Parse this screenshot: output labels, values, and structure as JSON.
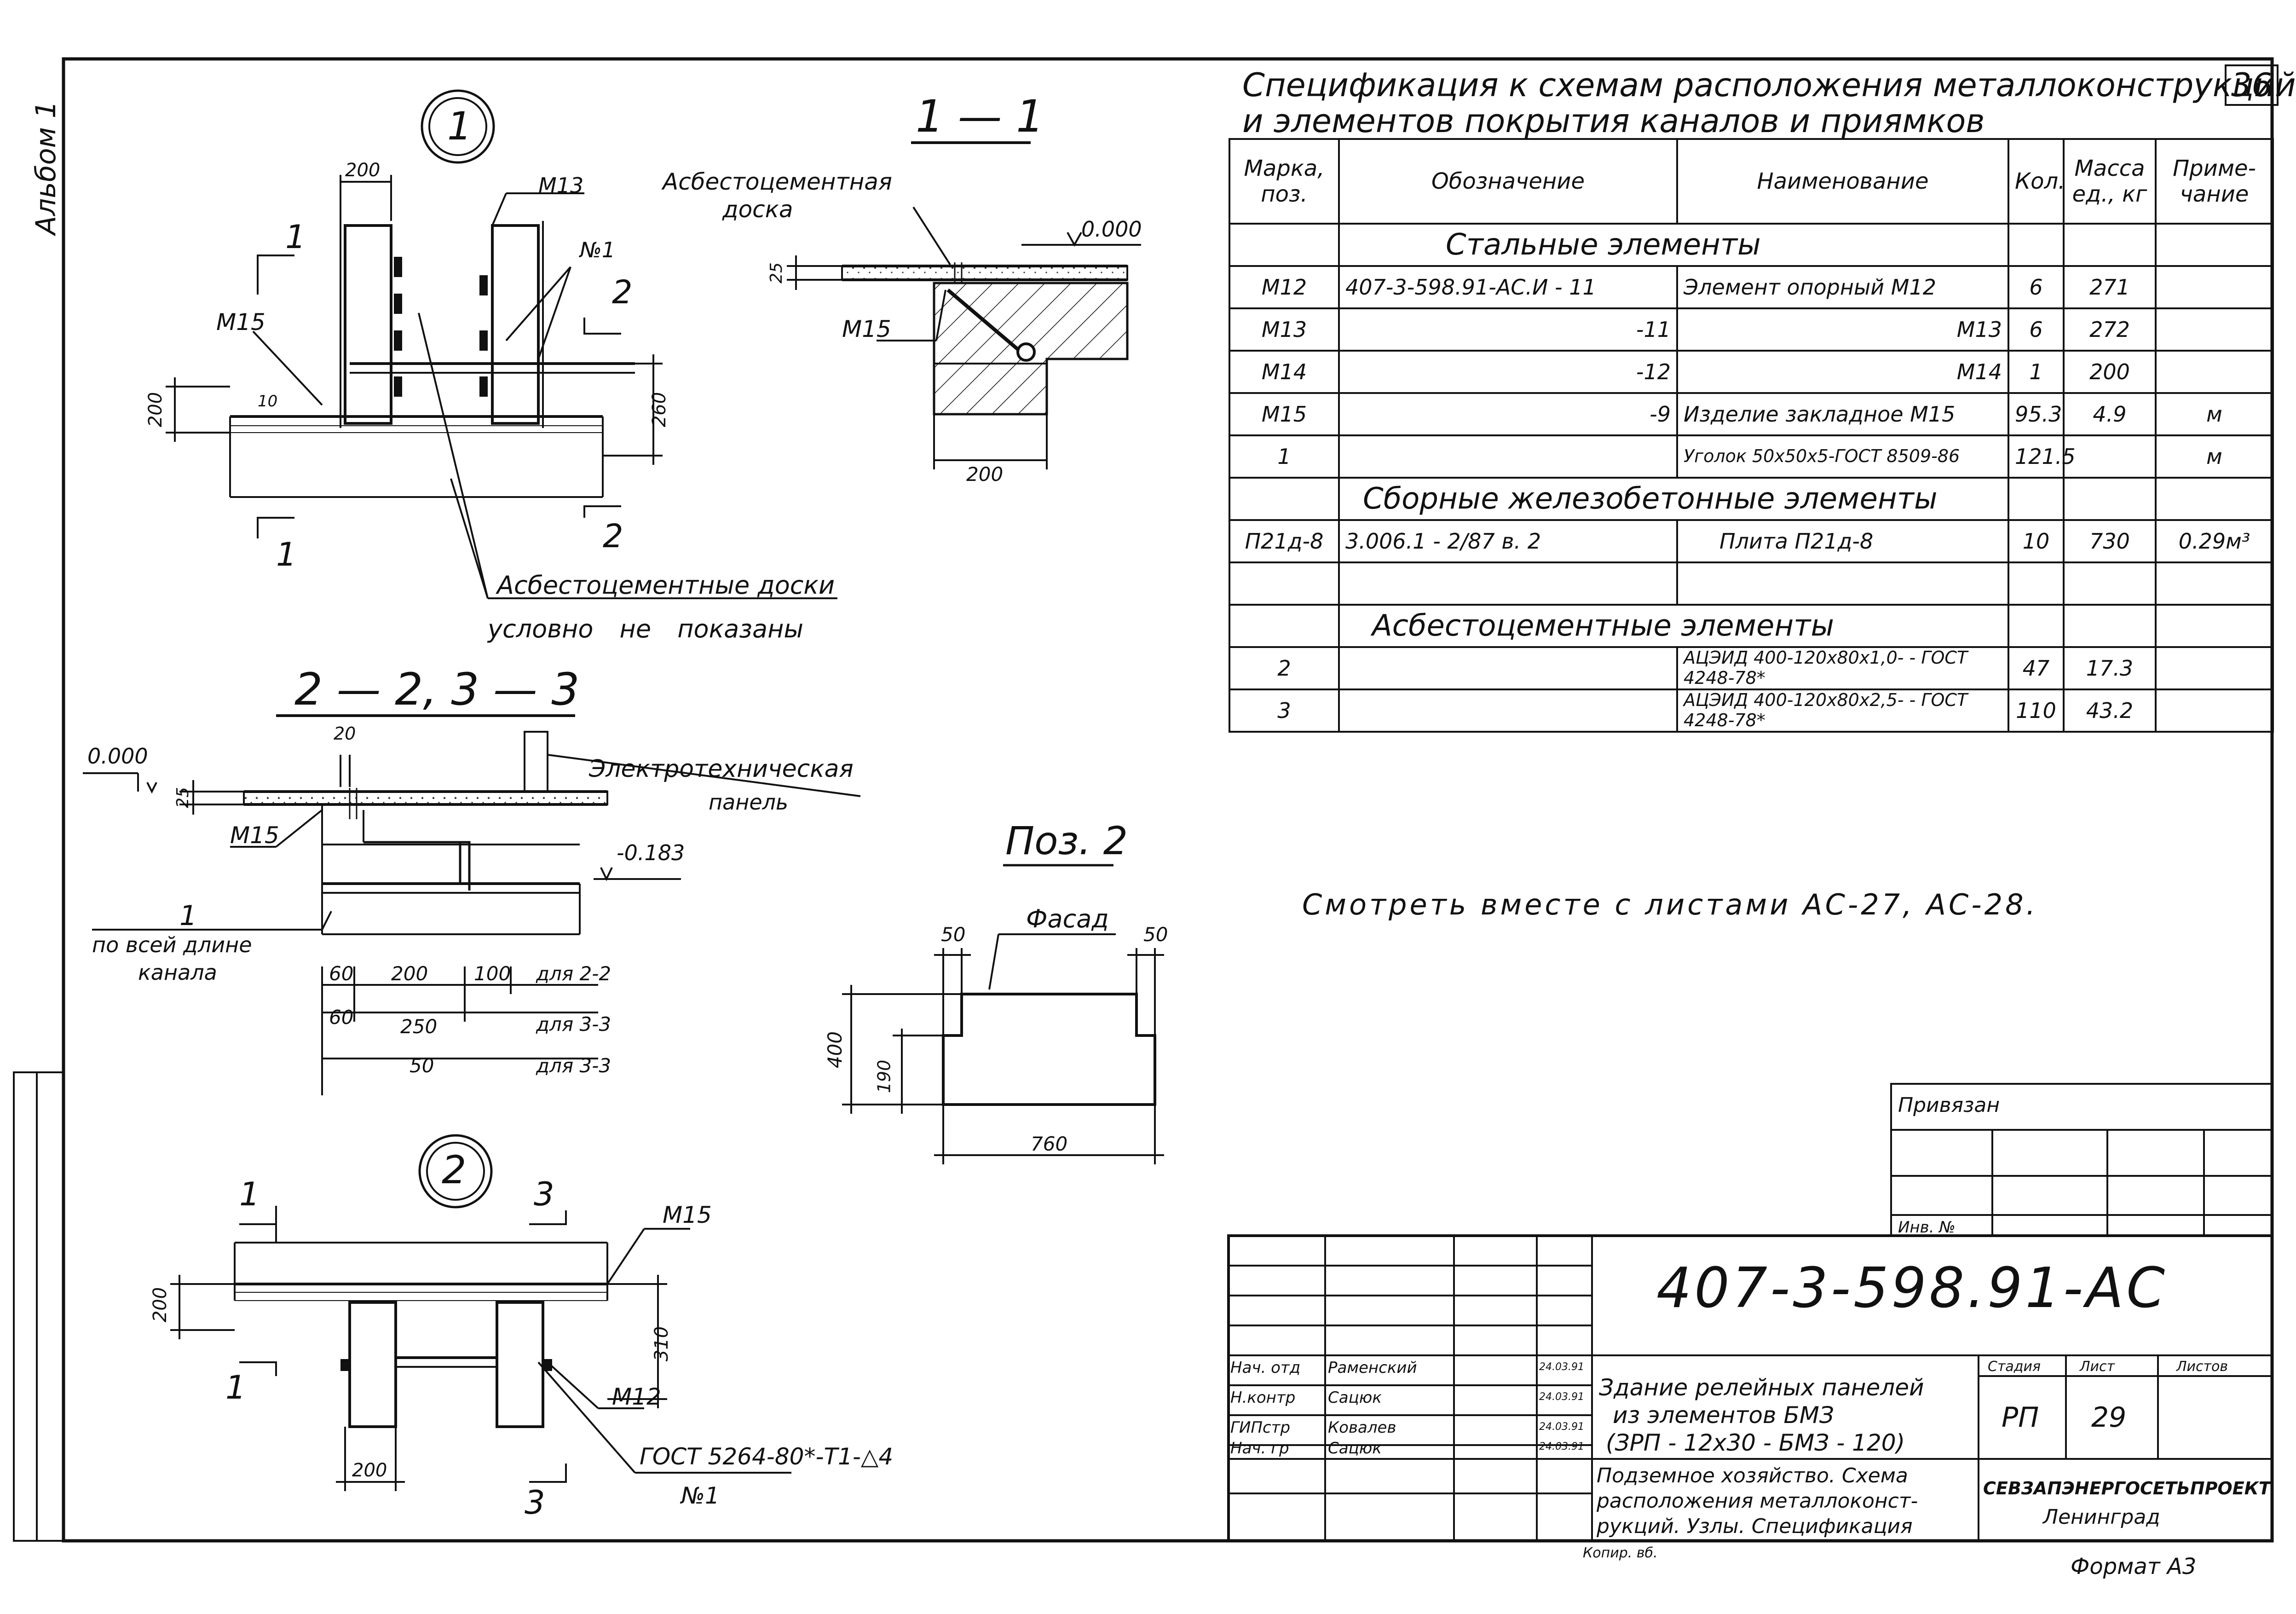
{
  "sheet": {
    "side_label": "Альбом 1",
    "sheet_number": "36",
    "see_also": "Смотреть вместе с листами АС-27, АС-28.",
    "format": "Формат А3",
    "copied": "Копир. вб."
  },
  "spec": {
    "title_line1": "Спецификация к схемам расположения металлоконструкций",
    "title_line2": "и элементов покрытия каналов и приямков",
    "headers": [
      "Марка, поз.",
      "Обозначение",
      "Наименование",
      "Кол.",
      "Масса ед., кг",
      "Приме- чание"
    ],
    "sections": [
      {
        "title": "Стальные элементы",
        "rows": [
          [
            "М12",
            "407-3-598.91-АС.И - 11",
            "Элемент опорный М12",
            "6",
            "271",
            ""
          ],
          [
            "М13",
            "-11",
            "М13",
            "6",
            "272",
            ""
          ],
          [
            "М14",
            "-12",
            "М14",
            "1",
            "200",
            ""
          ],
          [
            "М15",
            "-9",
            "Изделие закладное М15",
            "95.3",
            "4.9",
            "м"
          ],
          [
            "1",
            "",
            "Уголок 50х50х5-ГОСТ 8509-86",
            "121.5",
            "",
            "м"
          ]
        ]
      },
      {
        "title": "Сборные железобетонные элементы",
        "rows": [
          [
            "П21д-8",
            "3.006.1 - 2/87 в. 2",
            "Плита П21д-8",
            "10",
            "730",
            "0.29м³"
          ],
          [
            "",
            "",
            "",
            "",
            "",
            ""
          ]
        ]
      },
      {
        "title": "Асбестоцементные элементы",
        "rows": [
          [
            "2",
            "",
            "АЦЭИД 400-120х80х1,0- - ГОСТ 4248-78*",
            "47",
            "17.3",
            ""
          ],
          [
            "3",
            "",
            "АЦЭИД 400-120х80х2,5- - ГОСТ 4248-78*",
            "110",
            "43.2",
            ""
          ]
        ]
      }
    ]
  },
  "node1": {
    "mark": "1",
    "labels": {
      "dim_top": "200",
      "m13": "М13",
      "n1": "№1",
      "m15": "М15",
      "cut1": "1",
      "cut2": "2",
      "dim_left": "200",
      "dim_10": "10",
      "dim_right": "260",
      "note1": "Асбестоцементные доски",
      "note2": "условно не показаны"
    }
  },
  "section11": {
    "title": "1 — 1",
    "board": "Асбестоцементная",
    "board2": "доска",
    "level": "0.000",
    "dim25": "25",
    "m15": "М15",
    "dim200": "200"
  },
  "section22": {
    "title": "2 — 2, 3 — 3",
    "level": "0.000",
    "dim20": "20",
    "dim25": "25",
    "m15": "М15",
    "panel1": "Электротехническая",
    "panel2": "панель",
    "level2": "-0.183",
    "angle_pos": "1",
    "angle1": "по всей длине",
    "angle2": "канала",
    "dims": [
      [
        "60",
        "200",
        "100",
        "для 2-2"
      ],
      [
        "60",
        "250",
        "",
        "для 3-3"
      ],
      [
        "",
        "50",
        "",
        "для 3-3"
      ]
    ]
  },
  "pos2": {
    "title": "Поз. 2",
    "facade": "Фасад",
    "d50a": "50",
    "d50b": "50",
    "h400": "400",
    "h190": "190",
    "w760": "760"
  },
  "node2": {
    "mark": "2",
    "labels": {
      "cut1": "1",
      "cut3": "3",
      "m15": "М15",
      "dim_left": "200",
      "dim_right": "310",
      "m12": "М12",
      "weld": "ГОСТ 5264-80*-Т1-△4",
      "n1": "№1",
      "dim_bottom": "200"
    }
  },
  "stamp": {
    "tied": "Привязан",
    "inv": "Инв. №",
    "code": "407-3-598.91-АС",
    "project1": "Здание релейных панелей",
    "project2": "из элементов БМЗ",
    "project3": "(ЗРП - 12х30 - БМЗ - 120)",
    "drawing1": "Подземное хозяйство. Схема",
    "drawing2": "расположения металлоконст-",
    "drawing3": "рукций. Узлы. Спецификация",
    "stage_label": "Стадия",
    "sheet_label": "Лист",
    "sheets_label": "Листов",
    "stage": "РП",
    "sheet": "29",
    "org1": "СЕВЗАПЭНЕРГОСЕТЬПРОЕКТ",
    "org2": "Ленинград",
    "people": [
      [
        "Нач. отд",
        "Раменский",
        "24.03.91"
      ],
      [
        "Н.контр",
        "Сацюк",
        "24.03.91"
      ],
      [
        "ГИПстр",
        "Ковалев",
        "24.03.91"
      ],
      [
        "Нач. гр",
        "Сацюк",
        "24.03.91"
      ]
    ]
  }
}
